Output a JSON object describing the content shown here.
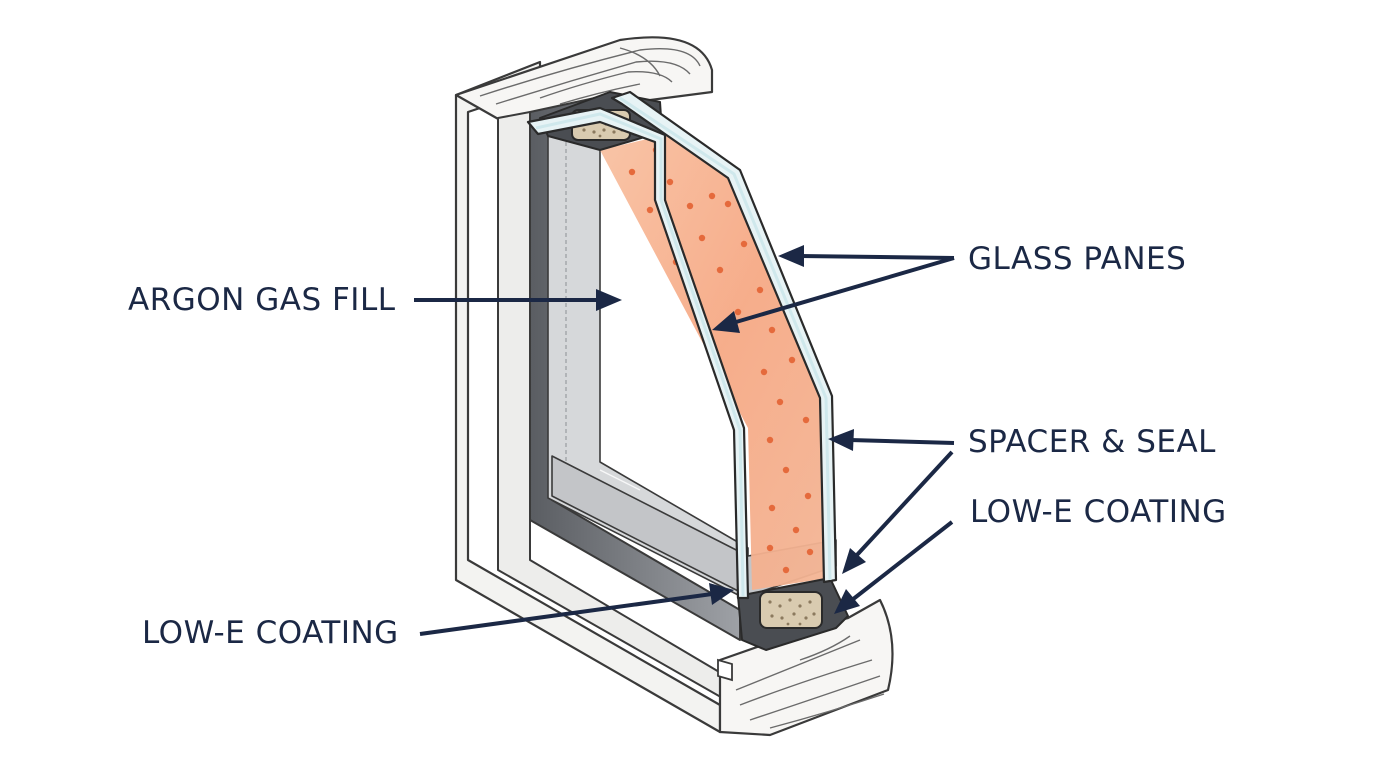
{
  "diagram": {
    "labels": {
      "argon_gas_fill": "ARGON GAS FILL",
      "glass_panes": "GLASS PANES",
      "spacer_seal": "SPACER & SEAL",
      "low_e_coating_right": "LOW-E COATING",
      "low_e_coating_left": "LOW-E COATING"
    },
    "colors": {
      "ink": "#1b2845",
      "outline": "#3a3a3a",
      "frame_fill": "#f3f3f1",
      "wood_fill": "#f7f6f4",
      "sash_dark": "#4a4d52",
      "sash_mid": "#8c8f94",
      "sash_light": "#c9cbce",
      "glass_edge": "#cfe8ec",
      "glass_pane": "#e7f3f5",
      "argon_fill": "#f6b08c",
      "argon_dot": "#e56a3c",
      "desiccant": "#d9cbb0"
    },
    "icons": {
      "spacer_top": "spacer-desiccant-icon",
      "spacer_bottom": "spacer-desiccant-icon"
    }
  }
}
